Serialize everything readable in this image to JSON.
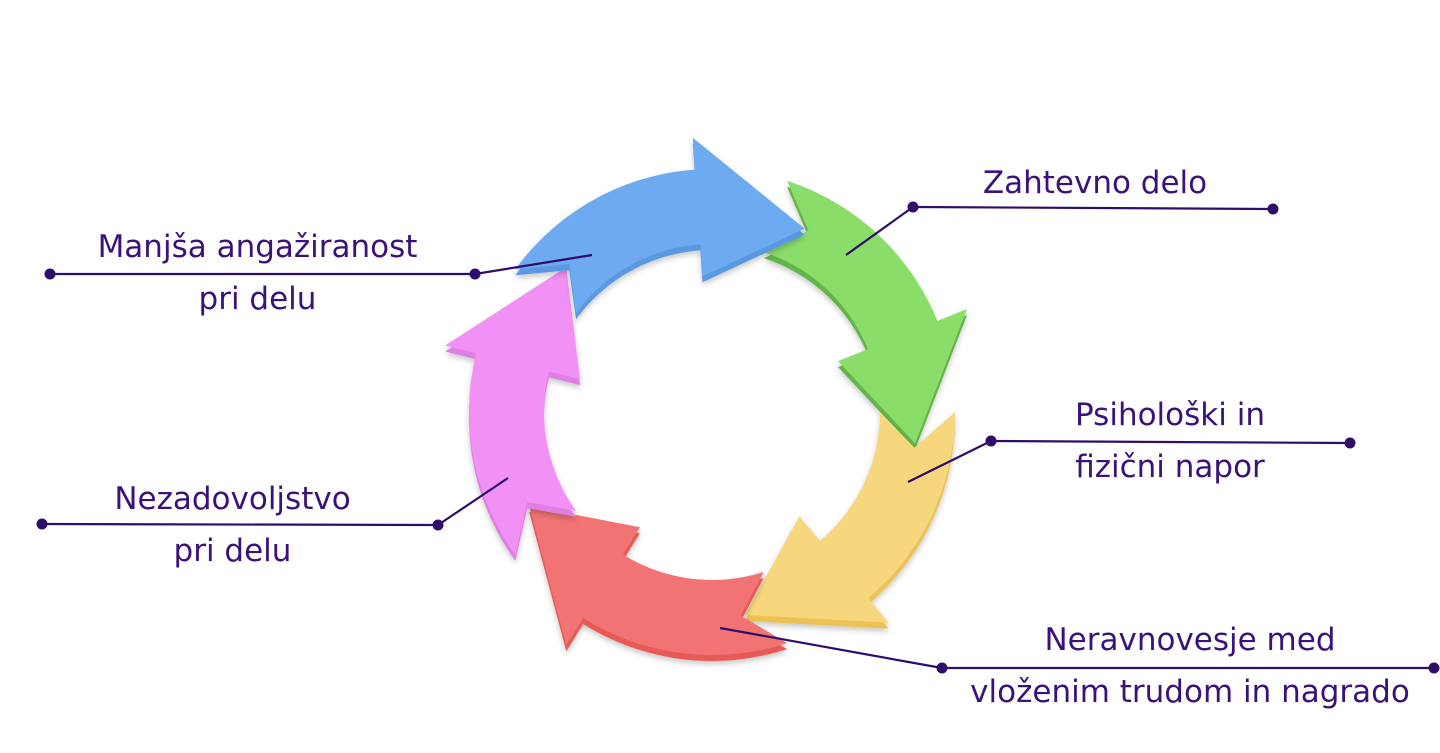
{
  "colors": {
    "text": "#3b1278",
    "connector": "#2f0d6a",
    "segments": [
      "#63b44a",
      "#ecc257",
      "#e85a57",
      "#e07ee6",
      "#5a98e0"
    ]
  },
  "segments": [
    {
      "name": "green",
      "color": "#8bdd6a"
    },
    {
      "name": "yellow",
      "color": "#f6d77d"
    },
    {
      "name": "red",
      "color": "#f17373"
    },
    {
      "name": "pink",
      "color": "#f190f5"
    },
    {
      "name": "blue",
      "color": "#6eaaf0"
    }
  ],
  "labels": {
    "zahtevno": {
      "line1": "Zahtevno delo"
    },
    "psiholoski": {
      "line1": "Psihološki in",
      "line2": "fizični napor"
    },
    "neravnovesje": {
      "line1": "Neravnovesje med",
      "line2": "vloženim trudom in nagrado"
    },
    "nezadovoljstvo": {
      "line1": "Nezadovoljstvo",
      "line2": "pri delu"
    },
    "manjsa": {
      "line1": "Manjša angažiranost",
      "line2": "pri delu"
    }
  }
}
